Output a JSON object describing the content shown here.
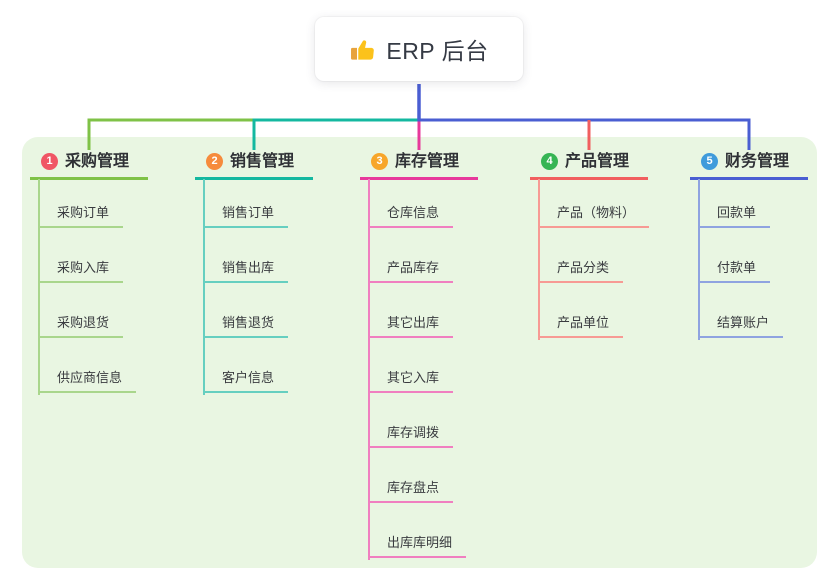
{
  "canvas": {
    "background": "#ffffff",
    "panel_bg": "#e9f6e2"
  },
  "root": {
    "label": "ERP 后台",
    "icon": "thumbs-up-icon",
    "connector_color": "#4a5ed2"
  },
  "branches": [
    {
      "slug": "purchase-management",
      "badge": "1",
      "badge_color": "#f05665",
      "title": "采购管理",
      "line_color": "#7fc247",
      "line_light": "#a9d68c",
      "children": [
        "采购订单",
        "采购入库",
        "采购退货",
        "供应商信息"
      ]
    },
    {
      "slug": "sales-management",
      "badge": "2",
      "badge_color": "#f68b3c",
      "title": "销售管理",
      "line_color": "#14b8a0",
      "line_light": "#66cfc0",
      "children": [
        "销售订单",
        "销售出库",
        "销售退货",
        "客户信息"
      ]
    },
    {
      "slug": "inventory-management",
      "badge": "3",
      "badge_color": "#f7a62a",
      "title": "库存管理",
      "line_color": "#e7399b",
      "line_light": "#f07fc0",
      "children": [
        "仓库信息",
        "产品库存",
        "其它出库",
        "其它入库",
        "库存调拨",
        "库存盘点",
        "出库库明细"
      ]
    },
    {
      "slug": "product-management",
      "badge": "4",
      "badge_color": "#36b554",
      "title": "产品管理",
      "line_color": "#f15f5f",
      "line_light": "#f79a94",
      "children": [
        "产品（物料）",
        "产品分类",
        "产品单位"
      ]
    },
    {
      "slug": "finance-management",
      "badge": "5",
      "badge_color": "#3f9bdb",
      "title": "财务管理",
      "line_color": "#4a5ed2",
      "line_light": "#8fa3e0",
      "children": [
        "回款单",
        "付款单",
        "结算账户"
      ]
    }
  ]
}
